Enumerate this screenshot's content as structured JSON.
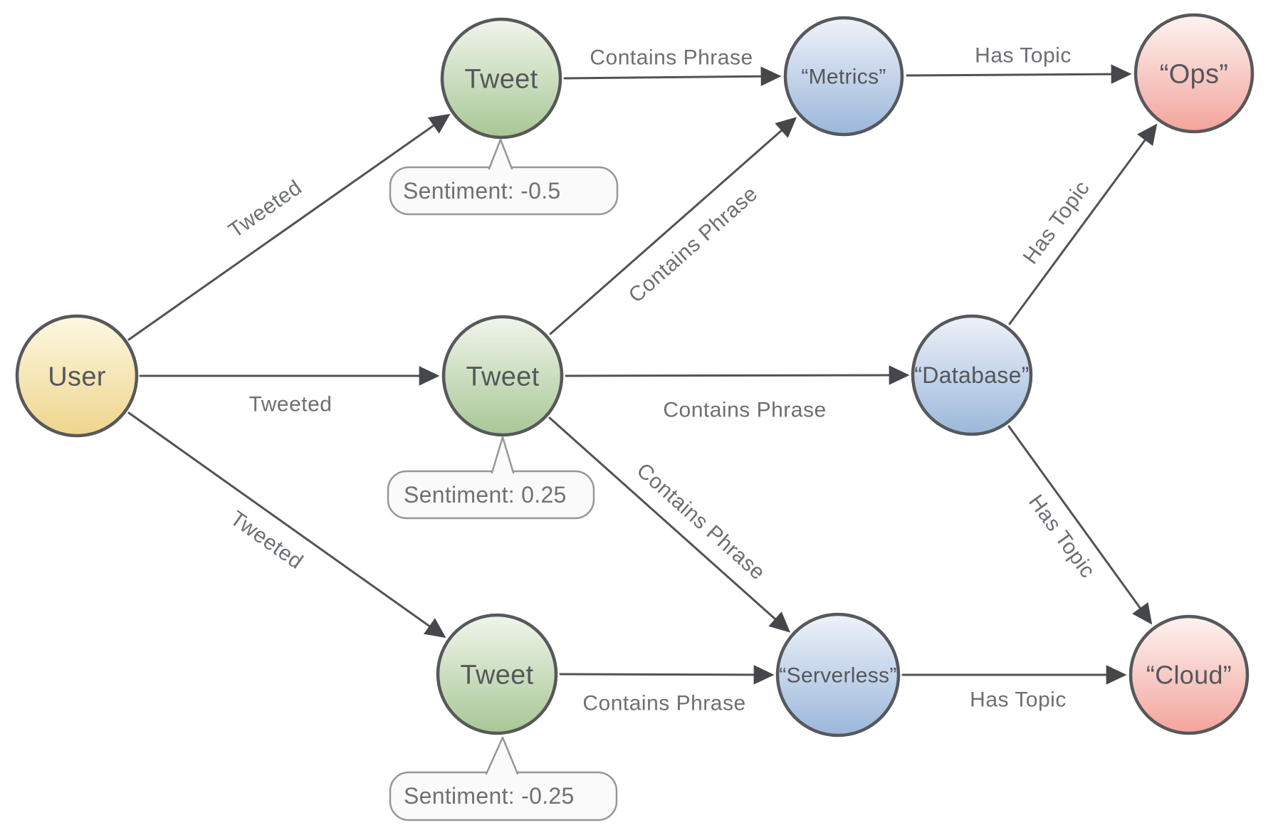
{
  "nodes": {
    "user": {
      "label": "User"
    },
    "tweet_top": {
      "label": "Tweet"
    },
    "tweet_mid": {
      "label": "Tweet"
    },
    "tweet_bottom": {
      "label": "Tweet"
    },
    "metrics": {
      "label": "“Metrics”"
    },
    "database": {
      "label": "“Database”"
    },
    "serverless": {
      "label": "“Serverless”"
    },
    "ops": {
      "label": "“Ops”"
    },
    "cloud": {
      "label": "“Cloud”"
    }
  },
  "edge_labels": {
    "tweeted_top": "Tweeted",
    "tweeted_mid": "Tweeted",
    "tweeted_bottom": "Tweeted",
    "contains_top": "Contains Phrase",
    "contains_mid_up": "Contains Phrase",
    "contains_mid_right": "Contains Phrase",
    "contains_mid_down": "Contains Phrase",
    "contains_bottom": "Contains Phrase",
    "hastopic_top": "Has Topic",
    "hastopic_db_ops": "Has Topic",
    "hastopic_db_cloud": "Has Topic",
    "hastopic_bottom": "Has Topic"
  },
  "tooltips": {
    "tweet_top": "Sentiment: -0.5",
    "tweet_mid": "Sentiment: 0.25",
    "tweet_bottom": "Sentiment: -0.25"
  },
  "colors": {
    "user_node_top": "#fcf8e3",
    "user_node_bottom": "#efd58c",
    "tweet_node_top": "#f0f5ec",
    "tweet_node_bottom": "#a8c795",
    "phrase_node_top": "#eef2f9",
    "phrase_node_bottom": "#9bb7db",
    "topic_node_top": "#fdf3f1",
    "topic_node_bottom": "#f3a49c",
    "node_border": "#56585b",
    "edge_stroke": "#505356",
    "node_text": "#54575b",
    "edge_label_text": "#6c6f73",
    "tooltip_border": "#95979a",
    "tooltip_text": "#6e7175"
  }
}
